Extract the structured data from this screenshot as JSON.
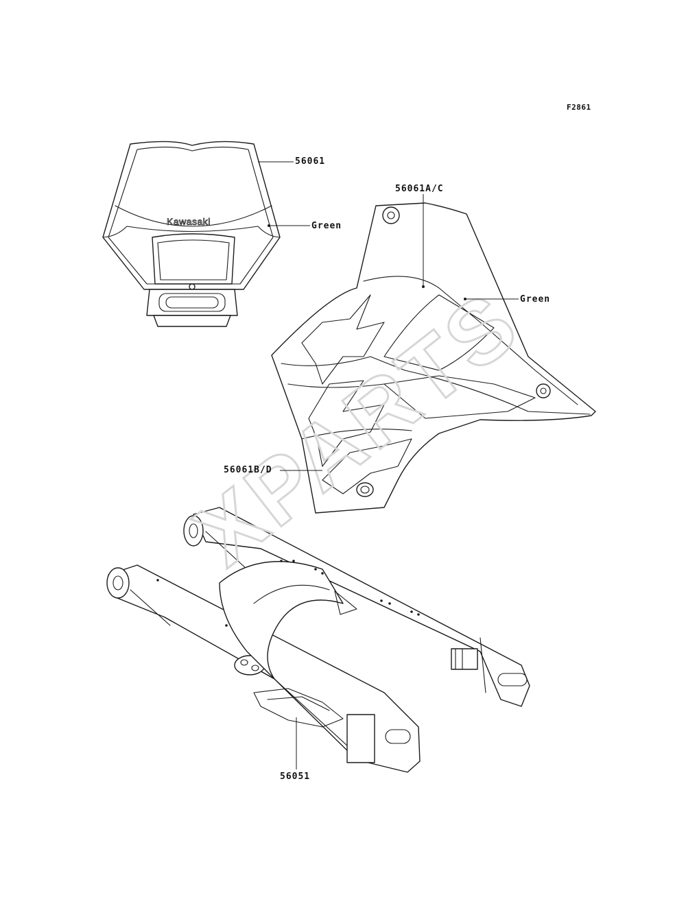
{
  "figure_id": "F2861",
  "watermark": "XPARTS",
  "headlight_brand": "Kawasaki",
  "callouts": {
    "headlight_cover_part": "56061",
    "headlight_color": "Green",
    "shroud_part_ac": "56061A/C",
    "shroud_color": "Green",
    "shroud_part_bd": "56061B/D",
    "swingarm_part": "56051"
  }
}
